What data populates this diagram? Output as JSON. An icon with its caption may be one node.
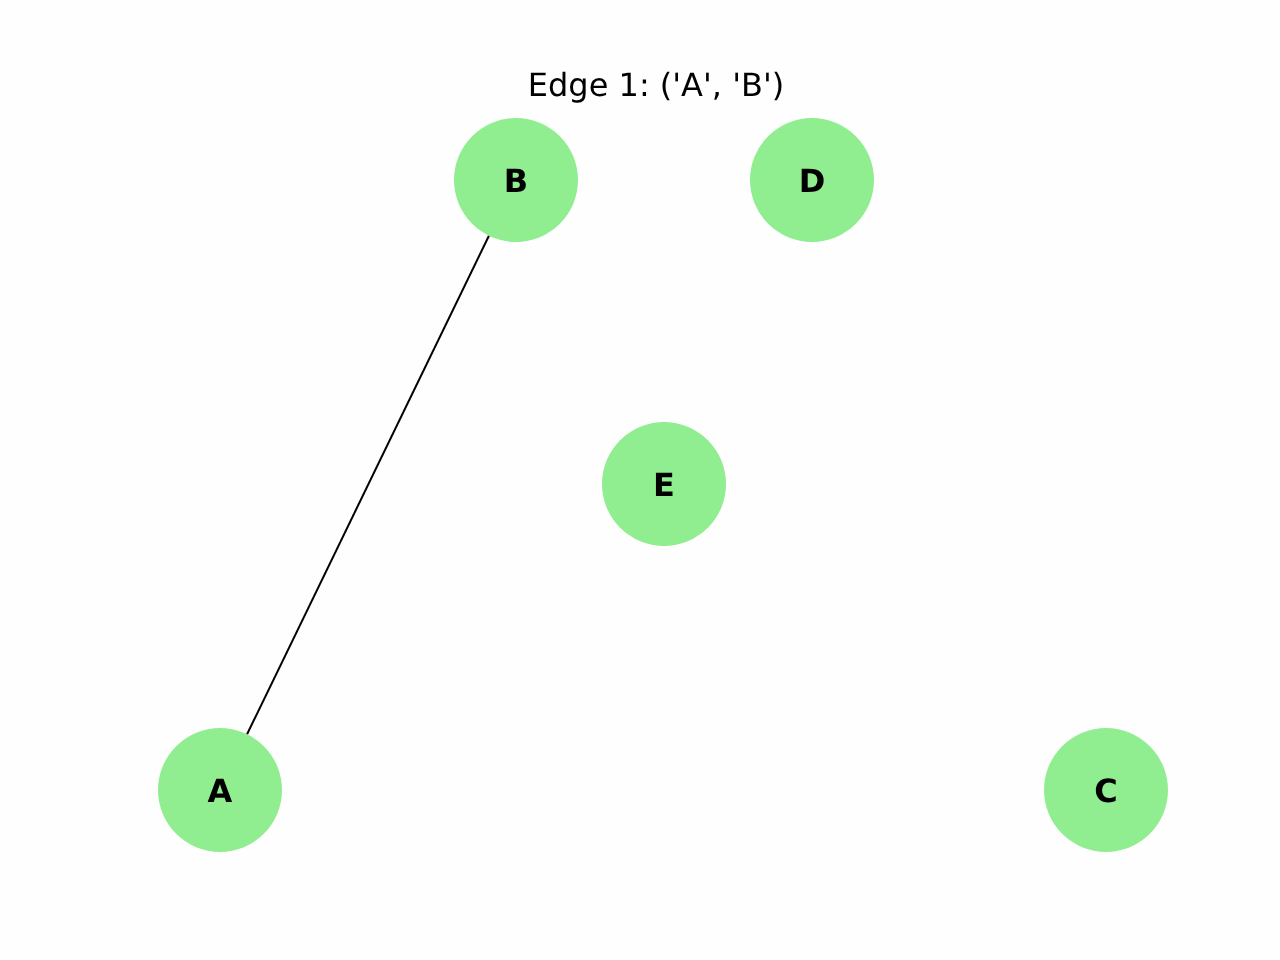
{
  "diagram": {
    "title": "Edge 1: ('A', 'B')",
    "nodes": [
      {
        "text": [
          "A"
        ]
      },
      {
        "text": [
          "B"
        ]
      },
      {
        "text": [
          "C"
        ]
      },
      {
        "text": [
          "D"
        ]
      },
      {
        "text": [
          "E"
        ]
      }
    ],
    "edges": [
      {
        "from": 0,
        "to": 1,
        "arrow": "none"
      }
    ]
  }
}
